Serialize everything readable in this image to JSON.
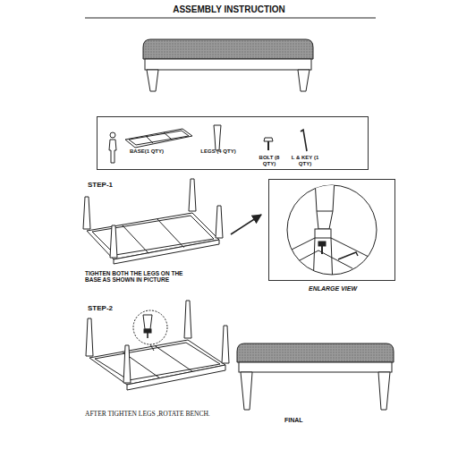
{
  "diagram": {
    "title": "ASSEMBLY INSTRUCTION",
    "nodes": [
      {
        "text": [
          "BASE(1 QTY)",
          "LEGS (4 QTY)",
          "BOLT (8 QTY)",
          "L & KEY (1 QTY)"
        ]
      },
      {
        "text": [
          "ENLARGE VIEW"
        ]
      }
    ],
    "labels": [
      "STEP-1",
      "TIGHTEN BOTH THE LEGS ON THE BASE AS SHOWN IN PICTURE",
      "STEP-2",
      "AFTER TIGHTEN LEGS ,ROTATE BENCH.",
      "FINAL"
    ]
  }
}
